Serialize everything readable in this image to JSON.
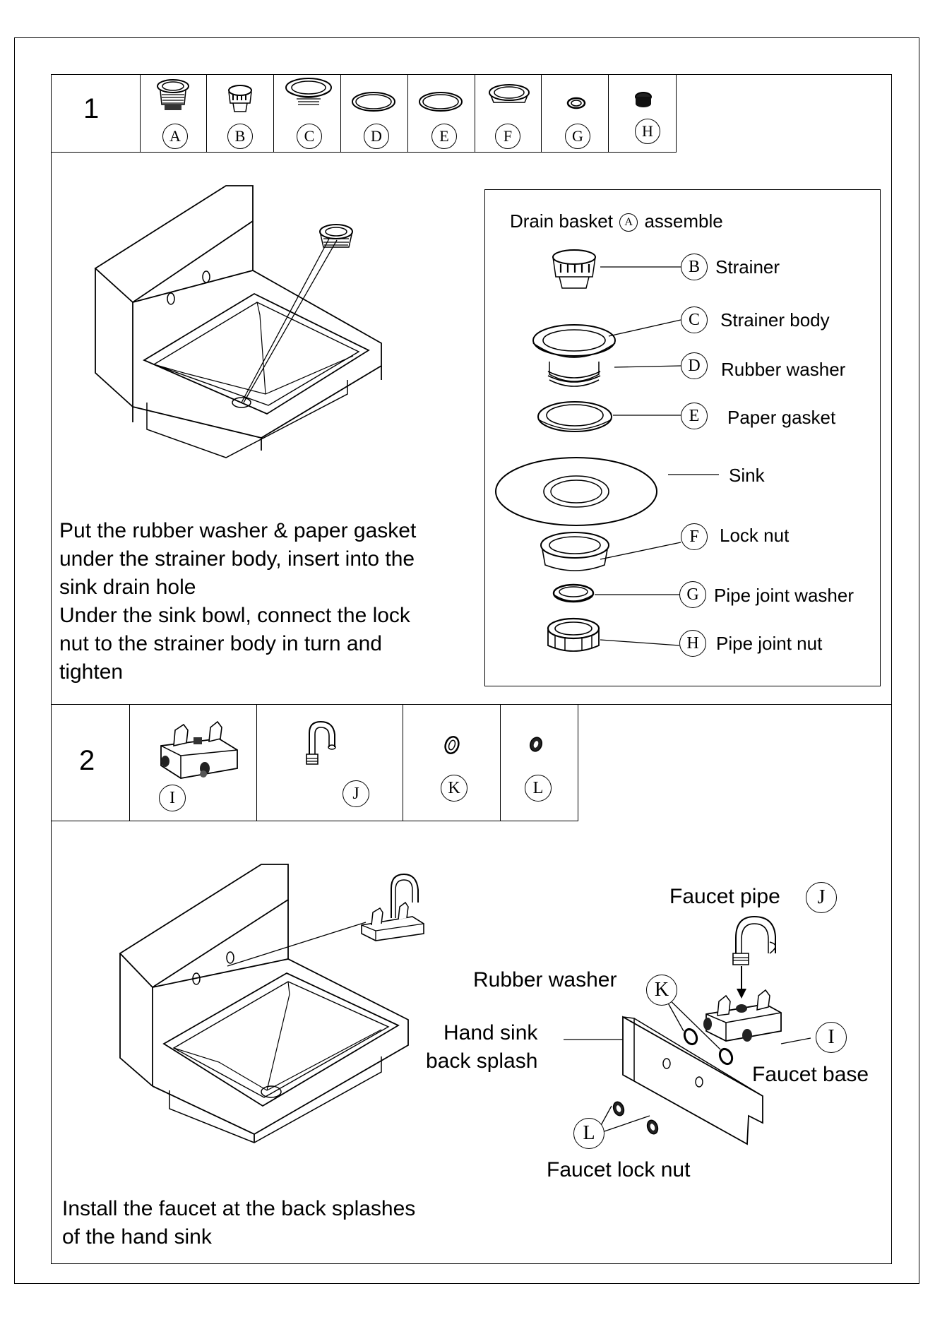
{
  "step1": {
    "number": "1",
    "part_letters": [
      "A",
      "B",
      "C",
      "D",
      "E",
      "F",
      "G",
      "H"
    ],
    "detail": {
      "title_before": "Drain basket",
      "title_letter": "A",
      "title_after": "assemble",
      "callouts": [
        {
          "letter": "B",
          "text": "Strainer"
        },
        {
          "letter": "C",
          "text": "Strainer body"
        },
        {
          "letter": "D",
          "text": "Rubber washer"
        },
        {
          "letter": "E",
          "text": "Paper gasket"
        },
        {
          "letter": "",
          "text": "Sink"
        },
        {
          "letter": "F",
          "text": "Lock nut"
        },
        {
          "letter": "G",
          "text": "Pipe joint washer"
        },
        {
          "letter": "H",
          "text": "Pipe joint nut"
        }
      ]
    },
    "instructions": [
      "Put the rubber washer & paper gasket",
      "under the strainer body, insert into the",
      "sink drain hole",
      "Under the sink bowl, connect the lock",
      "nut to the strainer body in turn and",
      "tighten"
    ]
  },
  "step2": {
    "number": "2",
    "part_letters": [
      "I",
      "J",
      "K",
      "L"
    ],
    "labels": {
      "faucet_pipe": "Faucet pipe",
      "faucet_pipe_letter": "J",
      "rubber_washer": "Rubber washer",
      "rubber_washer_letter": "K",
      "back_splash_line1": "Hand sink",
      "back_splash_line2": "back splash",
      "faucet_base": "Faucet base",
      "faucet_base_letter": "I",
      "lock_nut": "Faucet lock nut",
      "lock_nut_letter": "L"
    },
    "instructions": [
      "Install the faucet at the back splashes",
      "of the hand sink"
    ]
  }
}
